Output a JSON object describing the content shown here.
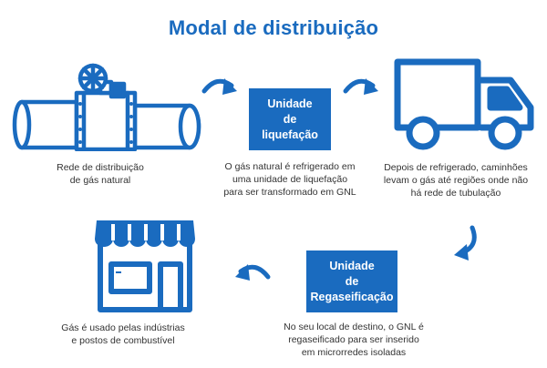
{
  "title": "Modal de distribuição",
  "boxes": {
    "liquefacao": [
      "Unidade",
      "de",
      "liquefação"
    ],
    "regaseificacao": [
      "Unidade",
      "de",
      "Regaseificação"
    ]
  },
  "captions": {
    "rede": [
      "Rede de distribuição",
      "de gás natural"
    ],
    "liquefacao": [
      "O gás natural é refrigerado em",
      "uma unidade de liquefação",
      "para ser transformado em GNL"
    ],
    "caminhoes": [
      "Depois de refrigerado, caminhões",
      "levam o gás até regiões onde não",
      "há rede de tubulação"
    ],
    "uso": [
      "Gás é usado pelas indústrias",
      "e postos de combustível"
    ],
    "regaseificacao": [
      "No seu local de destino, o GNL é",
      "regaseificado para ser inserido",
      "em microrredes isoladas"
    ]
  },
  "icons": {
    "pipe": "pipeline-icon",
    "truck": "truck-icon",
    "store": "store-icon",
    "arrow": "curved-arrow-icon"
  },
  "colors": {
    "accent": "#1a6bbf",
    "text": "#333333",
    "background": "#ffffff"
  }
}
